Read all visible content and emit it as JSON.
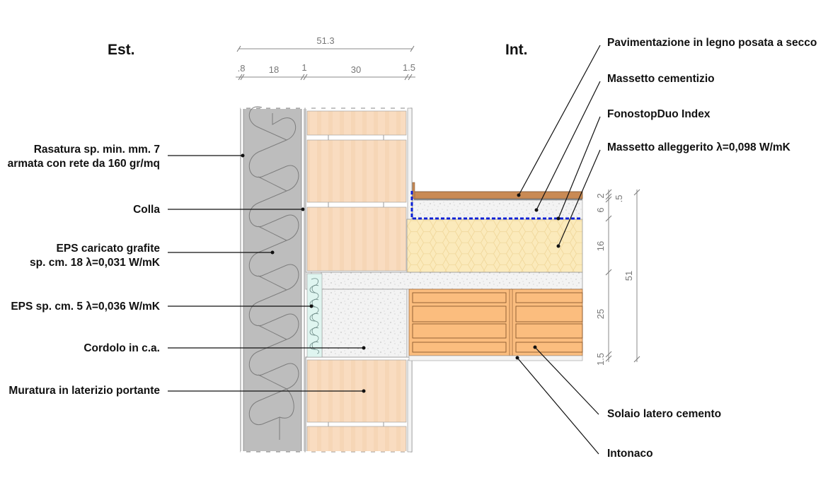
{
  "diagram": {
    "title_exterior": "Est.",
    "title_interior": "Int.",
    "colors": {
      "eps_graphite": "#bdbdbd",
      "masonry": "#f7dcc0",
      "concrete": "#f2f2f2",
      "floor_block": "#fbbd7e",
      "light_screed": "#fbeabb",
      "wood_floor": "#c98a54",
      "fonostop": "#0a1fd6",
      "eps_5": "#dff5f0"
    },
    "horizontal_dimensions": {
      "total": "51.3",
      "parts": [
        ".8",
        "18",
        "1",
        "30",
        "1.5"
      ]
    },
    "vertical_dimensions": {
      "total": "51",
      "parts": [
        "2",
        ".5",
        "6",
        "16",
        "25",
        "1.5"
      ]
    },
    "labels_left": [
      {
        "id": "rasatura",
        "lines": [
          "Rasatura sp. min. mm. 7",
          "armata con rete da 160 gr/mq"
        ]
      },
      {
        "id": "colla",
        "lines": [
          "Colla"
        ]
      },
      {
        "id": "eps-grafite",
        "lines": [
          "EPS caricato grafite",
          "sp. cm. 18  λ=0,031 W/mK"
        ]
      },
      {
        "id": "eps-5",
        "lines": [
          "EPS sp. cm. 5  λ=0,036 W/mK"
        ]
      },
      {
        "id": "cordolo",
        "lines": [
          "Cordolo in c.a."
        ]
      },
      {
        "id": "muratura",
        "lines": [
          "Muratura in laterizio portante"
        ]
      }
    ],
    "labels_right": [
      {
        "id": "pavimentazione",
        "text": "Pavimentazione in legno posata a secco"
      },
      {
        "id": "massetto-cementizio",
        "text": "Massetto cementizio"
      },
      {
        "id": "fonostop",
        "text": "FonostopDuo Index"
      },
      {
        "id": "massetto-alleggerito",
        "text": "Massetto alleggerito λ=0,098 W/mK"
      },
      {
        "id": "solaio",
        "text": "Solaio latero cemento"
      },
      {
        "id": "intonaco",
        "text": "Intonaco"
      }
    ]
  }
}
